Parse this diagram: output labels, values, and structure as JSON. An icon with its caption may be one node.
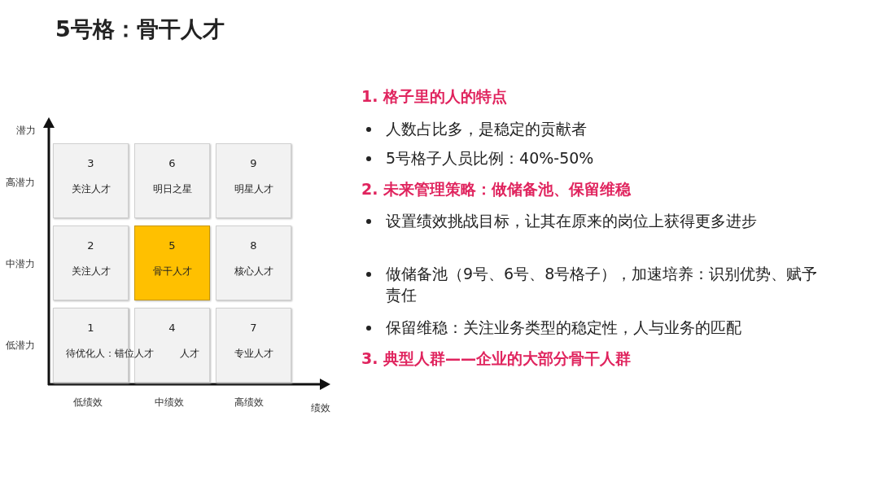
{
  "diagram": {
    "title": "5号格：骨干人才",
    "nodes": [
      {
        "text": [
          "3",
          "关注人才"
        ]
      },
      {
        "text": [
          "6",
          "明日之星"
        ]
      },
      {
        "text": [
          "9",
          "明星人才"
        ]
      },
      {
        "text": [
          "2",
          "关注人才"
        ]
      },
      {
        "text": [
          "5",
          "骨干人才"
        ]
      },
      {
        "text": [
          "8",
          "核心人才"
        ]
      },
      {
        "text": [
          "1",
          "待优化人：错位人才"
        ]
      },
      {
        "text": [
          "4",
          "人才"
        ]
      },
      {
        "text": [
          "7",
          "专业人才"
        ]
      }
    ],
    "edges": [],
    "labels": [
      "潜力",
      "高潜力",
      "中潜力",
      "低潜力",
      "低绩效",
      "中绩效",
      "高绩效",
      "绩效",
      "1. 格子里的人的特点",
      "人数占比多，是稳定的贡献者",
      "5号格子人员比例：40%-50%",
      "2. 未来管理策略：做储备池、保留维稳",
      "设置绩效挑战目标，让其在原来的岗位上获得更多进步",
      "做储备池（9号、6号、8号格子），加速培养：识别优势、赋予责任",
      "保留维稳：关注业务类型的稳定性，人与业务的匹配",
      "3. 典型人群——企业的大部分骨干人群"
    ]
  }
}
